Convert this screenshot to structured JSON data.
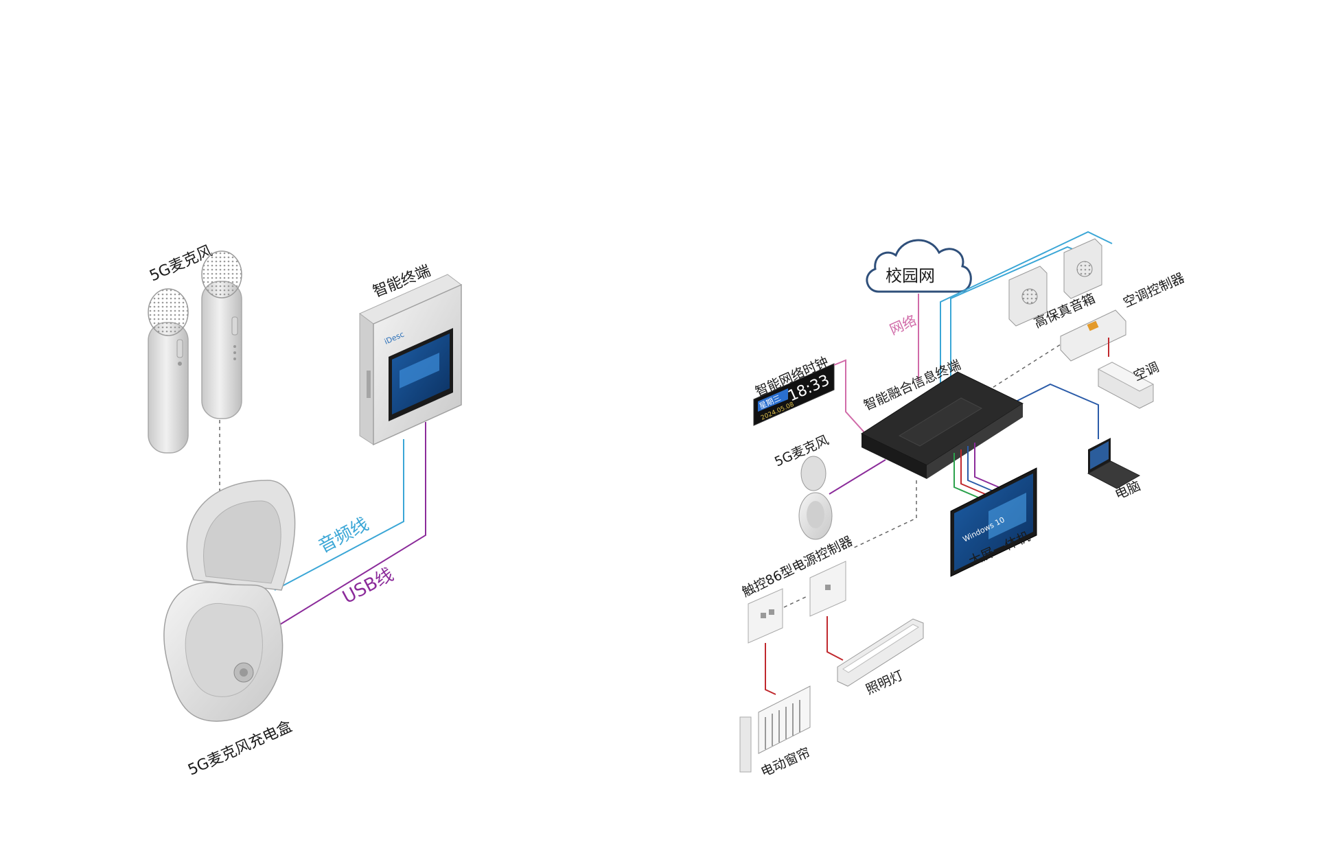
{
  "left_diagram": {
    "mic_label": "5G麦克风",
    "terminal_label": "智能终端",
    "charger_label": "5G麦克风充电盒",
    "audio_cable_label": "音频线",
    "usb_cable_label": "USB线"
  },
  "right_diagram": {
    "cloud_label": "校园网",
    "network_label": "网络",
    "clock_label": "智能网络时钟",
    "clock_day": "星期三",
    "clock_date": "2024.05.08",
    "clock_time": "18:33",
    "hub_label": "智能融合信息终端",
    "mic_label": "5G麦克风",
    "speaker_label": "高保真音箱",
    "ac_controller_label": "空调控制器",
    "ac_label": "空调",
    "pc_label": "电脑",
    "screen_label": "大屏一体机",
    "screen_os": "Windows 10",
    "power_controller_label": "触控86型电源控制器",
    "light_label": "照明灯",
    "curtain_label": "电动窗帘"
  },
  "colors": {
    "audio_line": "#3aa6d6",
    "usb_line": "#8b2b9a",
    "network_line": "#d06aa8",
    "speaker_line": "#3aa6d6",
    "pc_line": "#2a5ba8",
    "power_line": "#c0282d",
    "dashed": "#666666"
  }
}
